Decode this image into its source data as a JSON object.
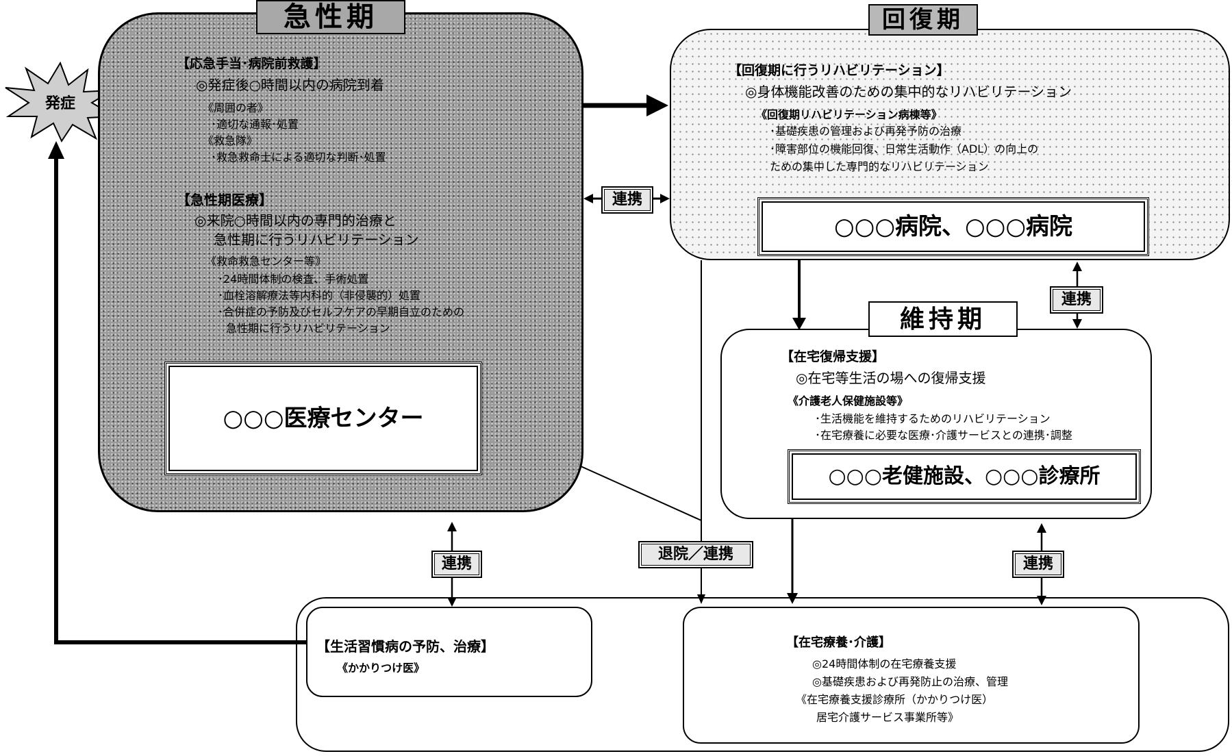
{
  "onset": "発症",
  "acute": {
    "title": "急性期",
    "first_aid_head": "【応急手当･病院前救護】",
    "first_aid_item": "◎発症後○時間以内の病院到着",
    "bystander_head": "《周囲の者》",
    "bystander_item": "･適切な通報･処置",
    "ems_head": "《救急隊》",
    "ems_item": "･救急救命士による適切な判断･処置",
    "care_head": "【急性期医療】",
    "care_item_1": "◎来院○時間以内の専門的治療と",
    "care_item_2": "急性期に行うリハビリテーション",
    "center_head": "《救命救急センター等》",
    "center_item_1": "･24時間体制の検査、手術処置",
    "center_item_2": "･血栓溶解療法等内科的（非侵襲的）処置",
    "center_item_3": "･合併症の予防及びセルフケアの早期自立のための",
    "center_item_4": "急性期に行うリハビリテーション",
    "facility": "○○○医療センター"
  },
  "recovery": {
    "title": "回復期",
    "head": "【回復期に行うリハビリテーション】",
    "item": "◎身体機能改善のための集中的なリハビリテーション",
    "ward_head": "《回復期リハビリテーション病棟等》",
    "ward_item_1": "･基礎疾患の管理および再発予防の治療",
    "ward_item_2": "･障害部位の機能回復、日常生活動作（ADL）の向上の",
    "ward_item_3": "ための集中した専門的なリハビリテーション",
    "facility": "○○○病院、○○○病院"
  },
  "maintenance": {
    "title": "維持期",
    "head": "【在宅復帰支援】",
    "item": "◎在宅等生活の場への復帰支援",
    "facility_head": "《介護老人保健施設等》",
    "facility_item_1": "･生活機能を維持するためのリハビリテーション",
    "facility_item_2": "･在宅療養に必要な医療･介護サービスとの連携･調整",
    "facility": "○○○老健施設、○○○診療所"
  },
  "primary": {
    "head": "【生活習慣病の予防、治療】",
    "item": "《かかりつけ医》"
  },
  "homecare": {
    "head": "【在宅療養･介護】",
    "item_1": "◎24時間体制の在宅療養支援",
    "item_2": "◎基礎疾患および再発防止の治療、管理",
    "item_3": "《在宅療養支援診療所（かかりつけ医）",
    "item_4": "居宅介護サービス事業所等》"
  },
  "badges": {
    "link": "連携",
    "discharge_link": "退院／連携"
  }
}
